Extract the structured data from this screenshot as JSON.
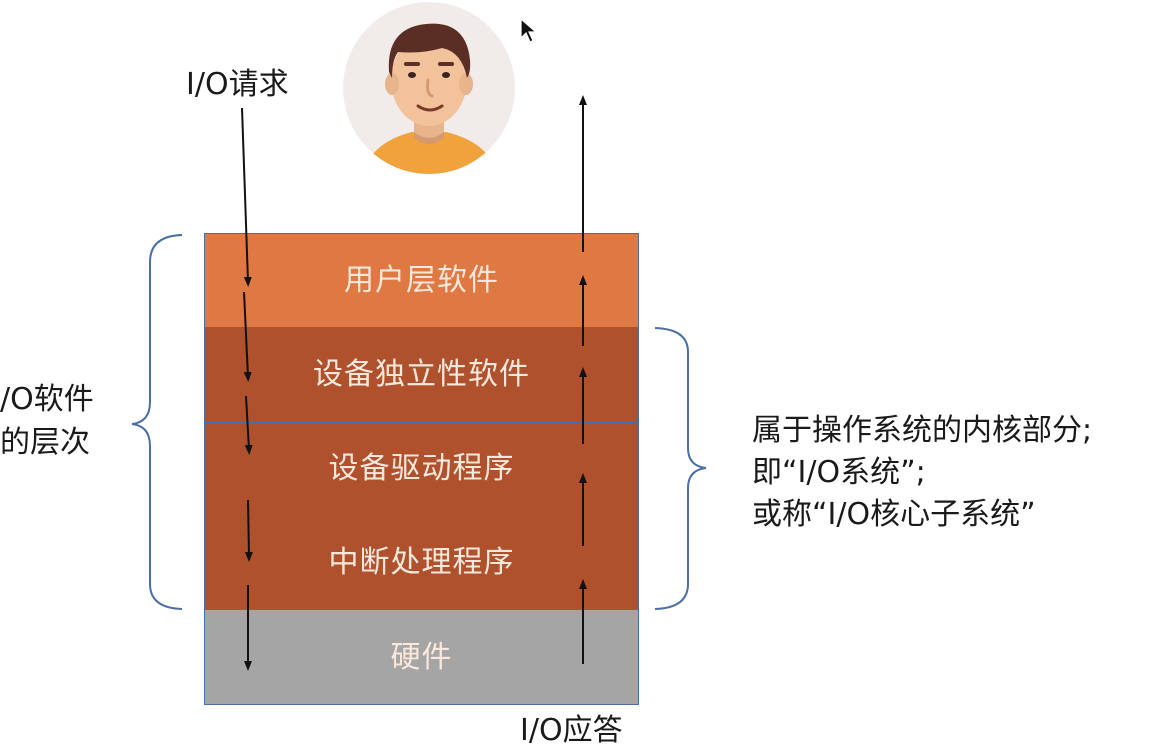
{
  "labels": {
    "io_request": "I/O请求",
    "io_response": "I/O应答",
    "left_brace_line1": "/O软件",
    "left_brace_line2": "的层次"
  },
  "layers": [
    {
      "name": "用户层软件",
      "color": "#e07843"
    },
    {
      "name": "设备独立性软件",
      "color": "#ae512c"
    },
    {
      "name": "设备驱动程序",
      "color": "#ae512c"
    },
    {
      "name": "中断处理程序",
      "color": "#ae512c"
    },
    {
      "name": "硬件",
      "color": "#a5a5a5"
    }
  ],
  "right_note": {
    "line1": "属于操作系统的内核部分;",
    "line2": "即“I/O系统”;",
    "line3": "或称“I/O核心子系统”"
  },
  "icons": {
    "user": "user-avatar-icon",
    "cursor": "mouse-cursor-icon"
  },
  "colors": {
    "accent_orange": "#e07843",
    "kernel_brown": "#ae512c",
    "hardware_gray": "#a5a5a5",
    "brace_blue": "#4a6fa8"
  }
}
